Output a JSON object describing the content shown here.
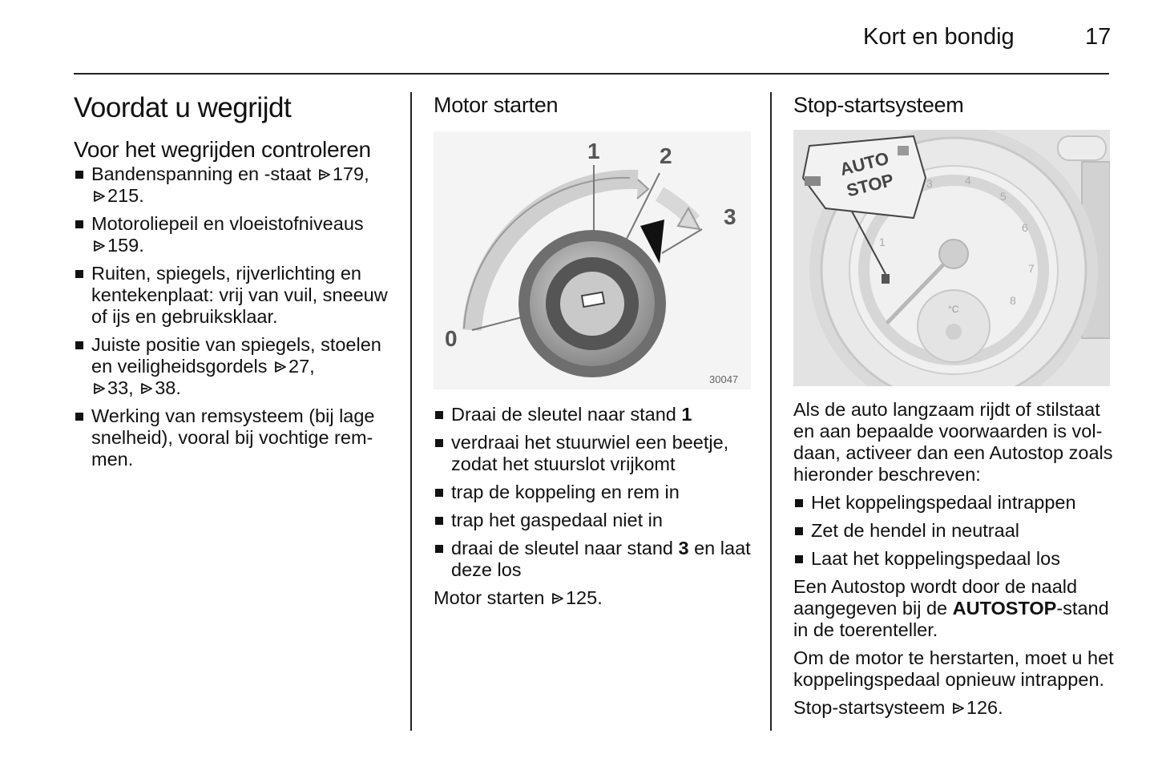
{
  "header": {
    "title": "Kort en bondig",
    "page_number": "17"
  },
  "col1": {
    "title": "Voordat u wegrijdt",
    "subtitle": "Voor het wegrijden controleren",
    "items": [
      {
        "text": "Bandenspanning en -staat",
        "ref1": "179,",
        "ref2": "215."
      },
      {
        "text": "Motoroliepeil en vloeistofniveaus",
        "ref1": "159."
      },
      {
        "text": "Ruiten, spiegels, rijverlichting en kentekenplaat: vrij van vuil, sneeuw of ijs en gebruiksklaar."
      },
      {
        "text": "Juiste positie van spiegels, stoelen en veiligheidsgordels",
        "ref1": "27,",
        "ref2": "33,",
        "ref3": "38."
      },
      {
        "text": "Werking van remsysteem (bij lage snelheid), vooral bij vochtige rem-men."
      }
    ]
  },
  "col2": {
    "title": "Motor starten",
    "figure": {
      "labels": [
        "0",
        "1",
        "2",
        "3"
      ],
      "code": "30047"
    },
    "items": [
      {
        "pre": "Draai de sleutel naar stand",
        "bold": "1"
      },
      {
        "text": "verdraai het stuurwiel een beetje, zodat het stuurslot vrijkomt"
      },
      {
        "text": "trap de koppeling en rem in"
      },
      {
        "text": "trap het gaspedaal niet in"
      },
      {
        "pre": "draai de sleutel naar stand",
        "bold": "3",
        "post": "en laat deze los"
      }
    ],
    "footer_text": "Motor starten",
    "footer_ref": "125."
  },
  "col3": {
    "title": "Stop-startsysteem",
    "figure": {
      "badge_line1": "AUTO",
      "badge_line2": "STOP",
      "gauge_numbers": [
        "1",
        "3",
        "4",
        "5",
        "6",
        "7",
        "8"
      ],
      "temp_label": "°C"
    },
    "para1": "Als de auto langzaam rijdt of stilstaat en aan bepaalde voorwaarden is vol-daan, activeer dan een Autostop zoals hieronder beschreven:",
    "items": [
      "Het koppelingspedaal intrappen",
      "Zet de hendel in neutraal",
      "Laat het koppelingspedaal los"
    ],
    "para2_pre": "Een Autostop wordt door de naald aangegeven bij de",
    "para2_bold": "AUTOSTOP",
    "para2_post": "-stand in de toerenteller.",
    "para3": "Om de motor te herstarten, moet u het koppelingspedaal opnieuw intrappen.",
    "footer_text": "Stop-startsysteem",
    "footer_ref": "126."
  },
  "colors": {
    "text": "#111111",
    "rule": "#222222",
    "figure_bg": "#e3e3e3"
  }
}
